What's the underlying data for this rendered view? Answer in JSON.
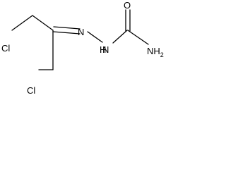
{
  "molecule": {
    "atoms": {
      "cl_top": "Cl",
      "cl_bottom": "Cl",
      "n_imine": "N",
      "n_hydrazine": "N",
      "nh_hydrogen": "H",
      "oxygen": "O",
      "amine": "NH",
      "amine_subscript": "2"
    }
  }
}
